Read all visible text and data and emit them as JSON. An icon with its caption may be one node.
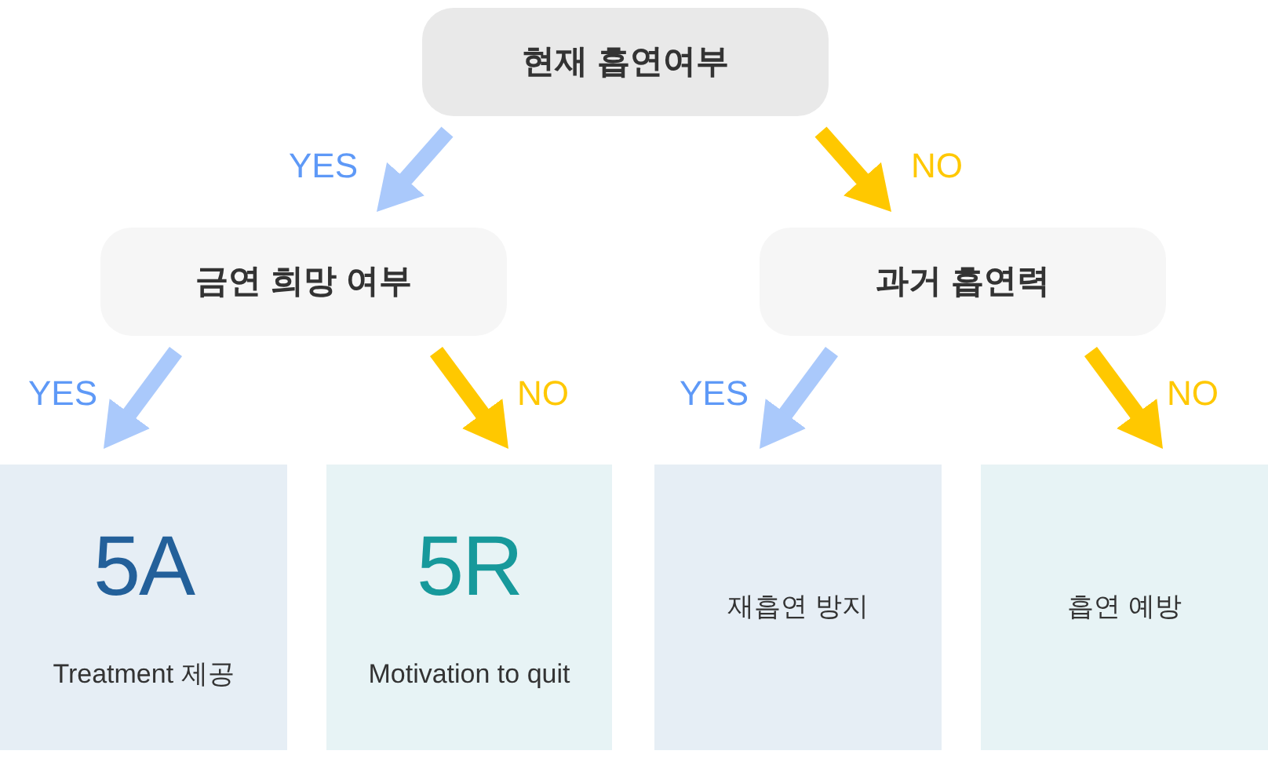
{
  "diagram": {
    "nodes": [
      {
        "text": [
          "현재 흡연여부"
        ]
      },
      {
        "text": [
          "금연 희망 여부"
        ]
      },
      {
        "text": [
          "과거 흡연력"
        ]
      },
      {
        "text": [
          "5A",
          "Treatment 제공"
        ]
      },
      {
        "text": [
          "5R",
          "Motivation to quit"
        ]
      },
      {
        "text": [
          "재흡연 방지"
        ]
      },
      {
        "text": [
          "흡연 예방"
        ]
      }
    ],
    "edges": [
      {
        "from": 0,
        "to": 1,
        "arrow": "to",
        "label": "YES",
        "color": "#aac9fb"
      },
      {
        "from": 0,
        "to": 2,
        "arrow": "to",
        "label": "NO",
        "color": "#ffc800"
      },
      {
        "from": 1,
        "to": 3,
        "arrow": "to",
        "label": "YES",
        "color": "#aac9fb"
      },
      {
        "from": 1,
        "to": 4,
        "arrow": "to",
        "label": "NO",
        "color": "#ffc800"
      },
      {
        "from": 2,
        "to": 5,
        "arrow": "to",
        "label": "YES",
        "color": "#aac9fb"
      },
      {
        "from": 2,
        "to": 6,
        "arrow": "to",
        "label": "NO",
        "color": "#ffc800"
      }
    ]
  }
}
